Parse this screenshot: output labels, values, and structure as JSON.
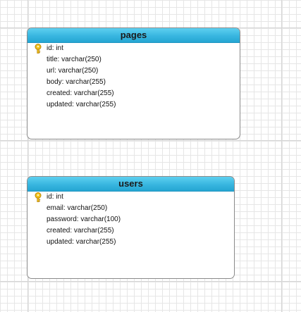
{
  "tables": [
    {
      "name": "pages",
      "fields": [
        {
          "text": "id: int",
          "primary_key": true
        },
        {
          "text": "title: varchar(250)",
          "primary_key": false
        },
        {
          "text": "url: varchar(250)",
          "primary_key": false
        },
        {
          "text": "body: varchar(255)",
          "primary_key": false
        },
        {
          "text": "created: varchar(255)",
          "primary_key": false
        },
        {
          "text": "updated: varchar(255)",
          "primary_key": false
        }
      ]
    },
    {
      "name": "users",
      "fields": [
        {
          "text": "id: int",
          "primary_key": true
        },
        {
          "text": "email: varchar(250)",
          "primary_key": false
        },
        {
          "text": "password: varchar(100)",
          "primary_key": false
        },
        {
          "text": "created: varchar(255)",
          "primary_key": false
        },
        {
          "text": "updated: varchar(255)",
          "primary_key": false
        }
      ]
    }
  ],
  "colors": {
    "header_top": "#5ed0f0",
    "header_bottom": "#25a5d2",
    "border": "#8a8a8a",
    "key_icon": "#f2c21b",
    "grid": "#e6e6e6"
  },
  "icons": {
    "primary_key": "key-icon"
  }
}
